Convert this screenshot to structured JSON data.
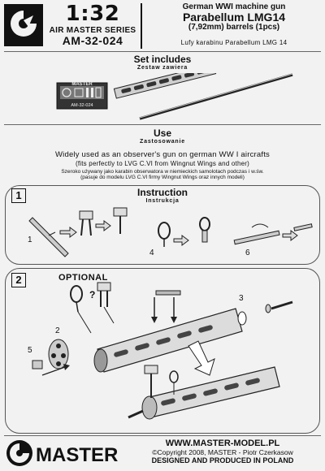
{
  "header": {
    "scale": "1:32",
    "series": "AIR MASTER SERIES",
    "code": "AM-32-024",
    "title_line1": "German WWI machine gun",
    "title_line2": "Parabellum LMG14",
    "title_line3": "(7,92mm) barrels (1pcs)",
    "title_polish": "Lufy karabinu Parabellum LMG 14"
  },
  "set_includes": {
    "title": "Set includes",
    "subtitle": "Zestaw zawiera",
    "fret_brand": "MASTER",
    "fret_code": "AM-32-024"
  },
  "use": {
    "title": "Use",
    "subtitle": "Zastosowanie",
    "line1": "Widely used as an observer's gun on german WW I aircrafts",
    "line2": "(fits perfectly to LVG C.VI from Wingnut Wings and other)",
    "line3": "Szeroko używany jako karabin obserwatora w niemieckich samolotach podczas i w.św.",
    "line4": "(pasuje  do modelu LVG C.VI firmy Wingnut Wings oraz innych modeli)"
  },
  "instruction": {
    "step": "1",
    "title": "Instruction",
    "subtitle": "Instrukcja",
    "labels": [
      "1",
      "4",
      "6"
    ]
  },
  "step2": {
    "step": "2",
    "optional": "OPTIONAL",
    "question": "?",
    "labels": [
      "2",
      "3",
      "5"
    ]
  },
  "footer": {
    "brand": "MASTER",
    "website": "WWW.MASTER-MODEL.PL",
    "copyright": "©Copyright 2008, MASTER - Piotr Czerkasow",
    "made_in": "DESIGNED AND PRODUCED IN POLAND"
  }
}
